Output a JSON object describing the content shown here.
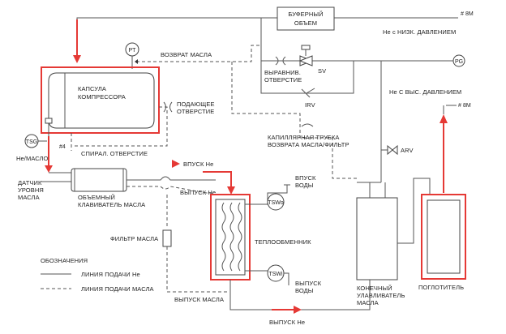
{
  "labels": {
    "buffer_volume_1": "БУФЕРНЫЙ",
    "buffer_volume_2": "ОБЪЕМ",
    "low_pressure_line": "Не с НИЗК. ДАВЛЕНИЕМ",
    "return_oil": "ВОЗВРАТ МАСЛА",
    "equalizing_hole_1": "ВЫРАВНИВ.",
    "equalizing_hole_2": "ОТВЕРСТИЕ",
    "sv": "SV",
    "irv": "IRV",
    "pg": "PG",
    "pt": "PT",
    "high_pressure_line": "Не С ВЫС. ДАВЛЕНИЕМ",
    "compressor_capsule_1": "КАПСУЛА",
    "compressor_capsule_2": "КОМПРЕССОРА",
    "supply_hole_1": "ПОДАЮЩЕЕ",
    "supply_hole_2": "ОТВЕРСТИЕ",
    "capillary_1": "КАПИЛЛЯРНАЯ ТРУБКА",
    "capillary_2": "ВОЗВРАТА МАСЛА/ФИЛЬТР",
    "arv": "ARV",
    "tsg": "TSG",
    "he_oil": "Не/МАСЛО",
    "spiral_hole": "СПИРАЛ. ОТВЕРСТИЕ",
    "num4": "#4",
    "he_inlet": "ВПУСК Не",
    "he_outlet": "ВЫПУСК Не",
    "water_inlet_1": "ВПУСК",
    "water_inlet_2": "ВОДЫ",
    "oil_level_sensor_1": "ДАТЧИК",
    "oil_level_sensor_2": "УРОВНЯ",
    "oil_level_sensor_3": "МАСЛА",
    "oil_separator_1": "ОБЪЕМНЫЙ",
    "oil_separator_2": "КЛАВИВАТЕЛЬ МАСЛА",
    "tswo": "TSWo",
    "tswi": "TSWi",
    "oil_filter": "ФИЛЬТР МАСЛА",
    "heat_exchanger": "ТЕПЛООБМЕННИК",
    "legend_title": "ОБОЗНАЧЕНИЯ",
    "legend_he": "ЛИНИЯ ПОДАЧИ Не",
    "legend_oil": "ЛИНИЯ ПОДАЧИ МАСЛА",
    "water_outlet_1": "ВЫПУСК",
    "water_outlet_2": "ВОДЫ",
    "oil_outlet": "ВЫПУСК МАСЛА",
    "final_separator_1": "КОНЕЧНЫЙ",
    "final_separator_2": "УЛАВЛИВАТЕЛЬ",
    "final_separator_3": "МАСЛА",
    "adsorber": "ПОГЛОТИТЕЛЬ",
    "he_outlet_bottom": "ВЫПУСК Не",
    "port_8m_top": "8M",
    "port_8m_right": "8M"
  },
  "colors": {
    "highlight": "#e53935",
    "line": "#555555"
  }
}
